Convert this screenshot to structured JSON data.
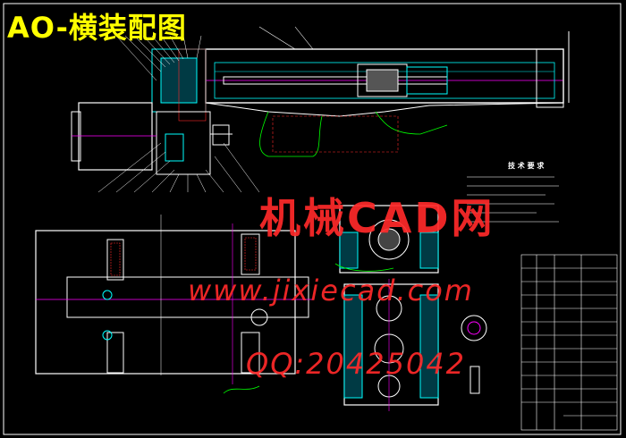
{
  "drawing": {
    "title": "AO-横装配图",
    "watermark_line1": "机械CAD网",
    "watermark_line2": "www.jixiecad.com",
    "watermark_line3": "QQ:20425042",
    "tech_req_title": "技 术 要 求"
  },
  "colors": {
    "background": "#000000",
    "line_white": "#ffffff",
    "line_cyan": "#00ffff",
    "line_green": "#00ff00",
    "line_magenta": "#ff00ff",
    "line_yellow": "#ffff00",
    "line_red": "#ff2a2a"
  }
}
